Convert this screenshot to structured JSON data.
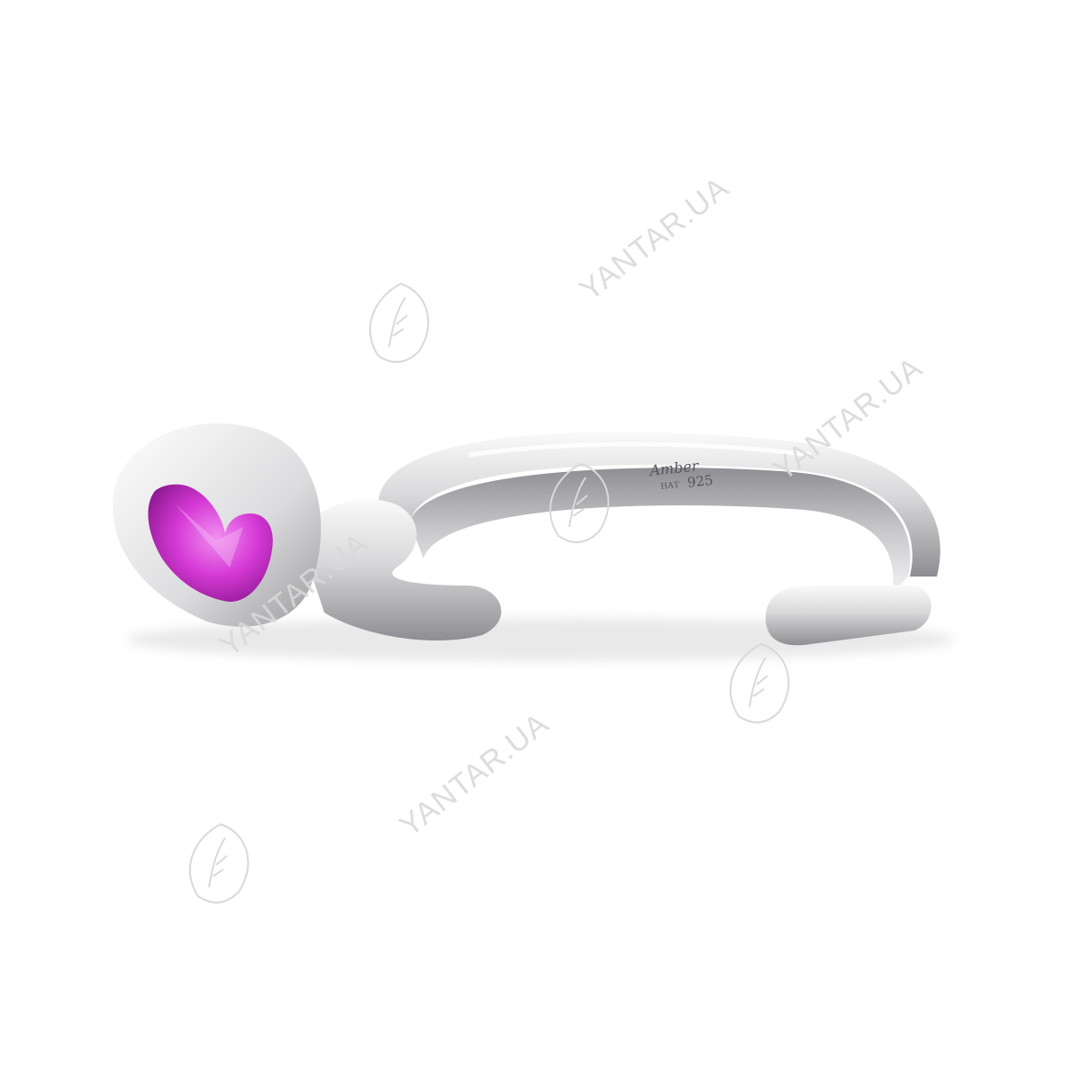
{
  "photo": {
    "subject": "ring",
    "background_color": "#ffffff",
    "metal_color": "#e3e3e5",
    "stone_color": "#d63ad6"
  },
  "watermark": {
    "text": "YANTAR.UA",
    "color": "#d9d9d9",
    "logo_icon": "yantar-leaf-logo-icon"
  },
  "hallmark": {
    "brand": "Amber",
    "assay_mark": "НАТ",
    "purity": "925"
  }
}
